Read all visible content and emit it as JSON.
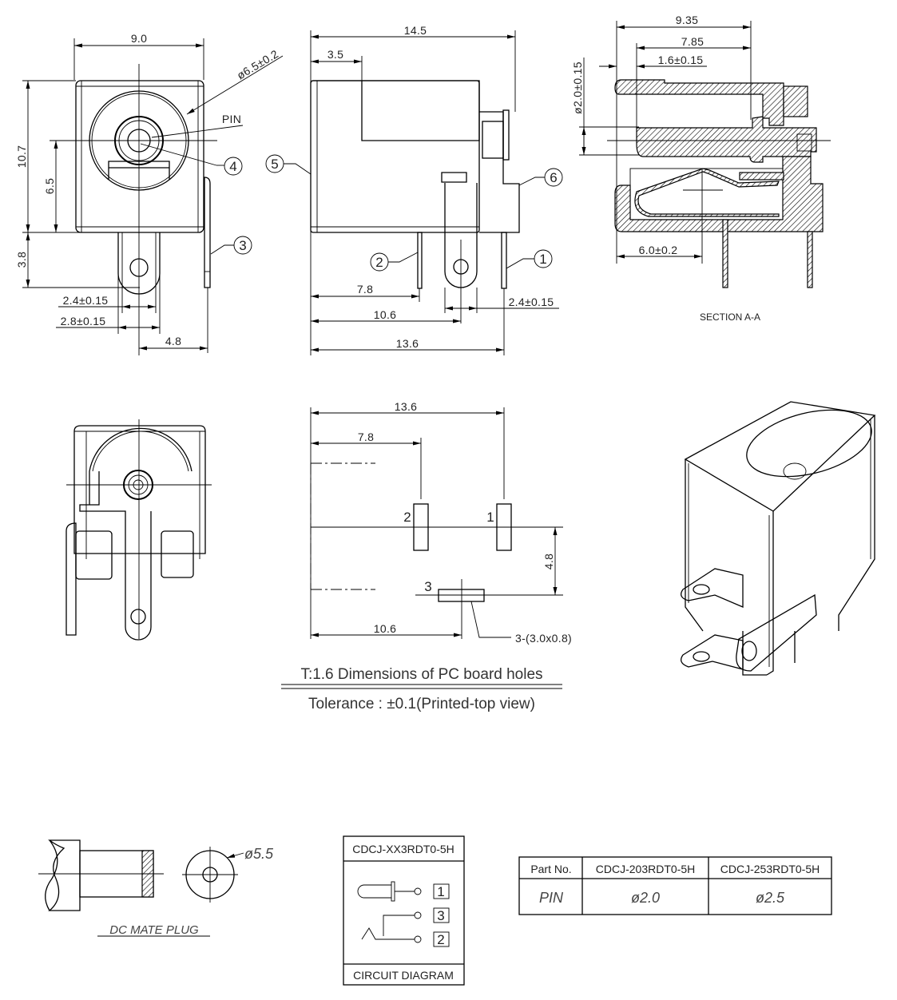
{
  "front_view": {
    "width": "9.0",
    "height": "10.7",
    "center_height": "6.5",
    "pin_length": "3.8",
    "pin_width_inner": "2.4±0.15",
    "pin_width_outer": "2.8±0.15",
    "pin_offset": "4.8",
    "hole_diameter": "ø6.5±0.2",
    "pin_label": "PIN",
    "callouts": [
      "4",
      "3"
    ]
  },
  "side_view": {
    "length": "14.5",
    "front_step": "3.5",
    "pin2_pos": "7.8",
    "pin3_pos": "10.6",
    "pin1_pos": "13.6",
    "pin_width": "2.4±0.15",
    "callouts": [
      "5",
      "6",
      "2",
      "1"
    ]
  },
  "section_view": {
    "overall": "9.35",
    "pin_depth": "7.85",
    "pin_tip": "1.6±0.15",
    "pin_diameter": "ø2.0±0.15",
    "spring_pos": "6.0±0.2",
    "title": "SECTION A-A"
  },
  "pcb_holes": {
    "dim_total": "13.6",
    "dim_pin2": "7.8",
    "dim_pin3": "10.6",
    "dim_vertical": "4.8",
    "hole_labels": [
      "2",
      "1",
      "3"
    ],
    "slot_note": "3-(3.0x0.8)",
    "title": "T:1.6 Dimensions of PC board holes",
    "tolerance": "Tolerance : ±0.1(Printed-top view)"
  },
  "mate_plug": {
    "diameter": "ø5.5",
    "label": "DC MATE PLUG"
  },
  "circuit_diagram": {
    "part_family": "CDCJ-XX3RDT0-5H",
    "terminals": [
      "1",
      "3",
      "2"
    ],
    "footer": "CIRCUIT DIAGRAM"
  },
  "part_table": {
    "headers": [
      "Part No.",
      "CDCJ-203RDT0-5H",
      "CDCJ-253RDT0-5H"
    ],
    "rows": [
      [
        "PIN",
        "ø2.0",
        "ø2.5"
      ]
    ]
  }
}
